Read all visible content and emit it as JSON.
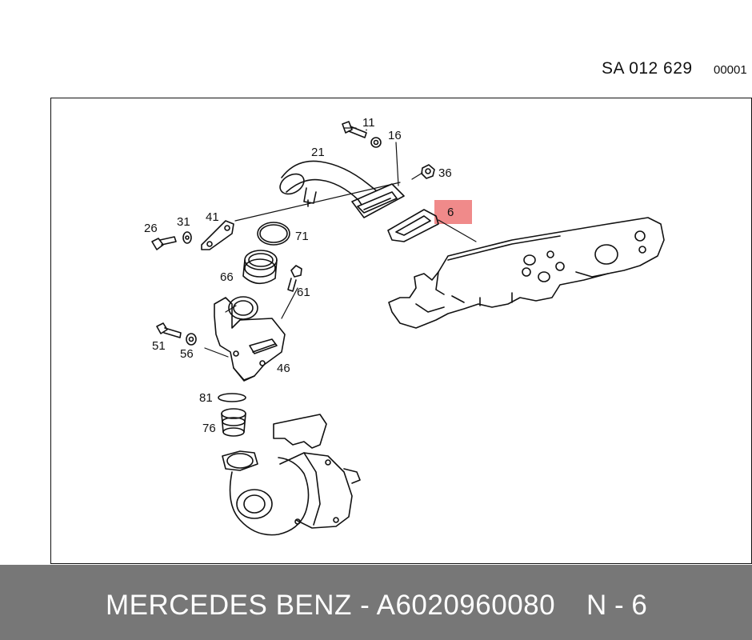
{
  "header": {
    "ref_code": "SA 012 629",
    "sheet_no": "00001"
  },
  "callouts": [
    {
      "id": "c11",
      "label": "11"
    },
    {
      "id": "c16",
      "label": "16"
    },
    {
      "id": "c21",
      "label": "21"
    },
    {
      "id": "c36",
      "label": "36"
    },
    {
      "id": "c6",
      "label": "6",
      "highlighted": true
    },
    {
      "id": "c26",
      "label": "26"
    },
    {
      "id": "c31",
      "label": "31"
    },
    {
      "id": "c41",
      "label": "41"
    },
    {
      "id": "c71",
      "label": "71"
    },
    {
      "id": "c66",
      "label": "66"
    },
    {
      "id": "c61",
      "label": "61"
    },
    {
      "id": "c51",
      "label": "51"
    },
    {
      "id": "c56",
      "label": "56"
    },
    {
      "id": "c46",
      "label": "46"
    },
    {
      "id": "c81",
      "label": "81"
    },
    {
      "id": "c76",
      "label": "76"
    }
  ],
  "highlight_color": "#f08a8a",
  "footer": {
    "part_text": "MERCEDES BENZ - A6020960080",
    "position_text": "N - 6",
    "background_color": "#777777"
  }
}
